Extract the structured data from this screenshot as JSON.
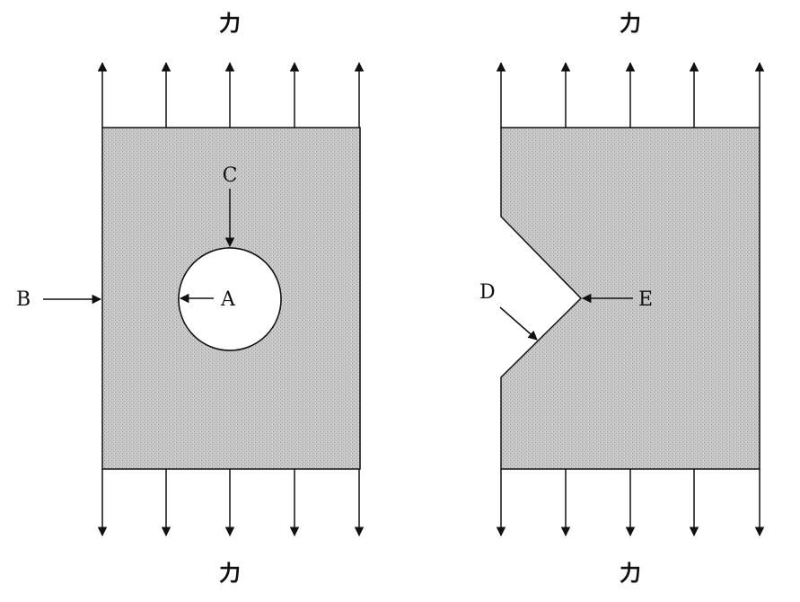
{
  "labels": {
    "force_top_left": "力",
    "force_top_right": "力",
    "force_bottom_left": "力",
    "force_bottom_right": "力",
    "point_a": "A",
    "point_b": "B",
    "point_c": "C",
    "point_d": "D",
    "point_e": "E"
  },
  "colors": {
    "plate_fill": "#c9c9c9",
    "stroke": "#111111",
    "hole_fill": "#ffffff"
  }
}
